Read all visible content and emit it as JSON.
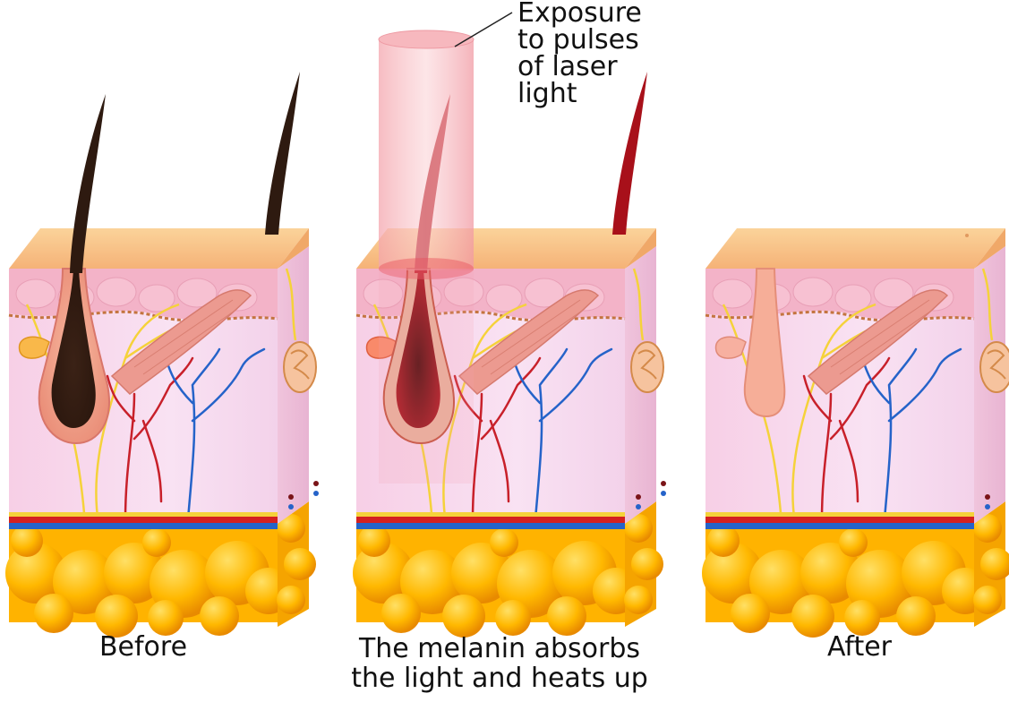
{
  "panels": [
    {
      "id": "before",
      "caption": "Before",
      "hair_state": "dark"
    },
    {
      "id": "during",
      "caption": [
        "The melanin absorbs",
        "the light and heats up"
      ],
      "hair_state": "heated"
    },
    {
      "id": "after",
      "caption": "After",
      "hair_state": "removed"
    }
  ],
  "annotation": {
    "lines": [
      "Exposure",
      "to pulses",
      "of laser",
      "light"
    ]
  },
  "colors": {
    "hair_dark": "#3a2418",
    "hair_heated": "#b5121b",
    "follicle_pale": "#f4a38d",
    "epidermis_top": "#f9c58b",
    "dermis": "#f6d8f0",
    "fat": "#ffb300",
    "laser_beam": "#f5a0a8",
    "artery": "#d42020",
    "vein": "#2563c9",
    "nerve": "#f5d23a"
  }
}
